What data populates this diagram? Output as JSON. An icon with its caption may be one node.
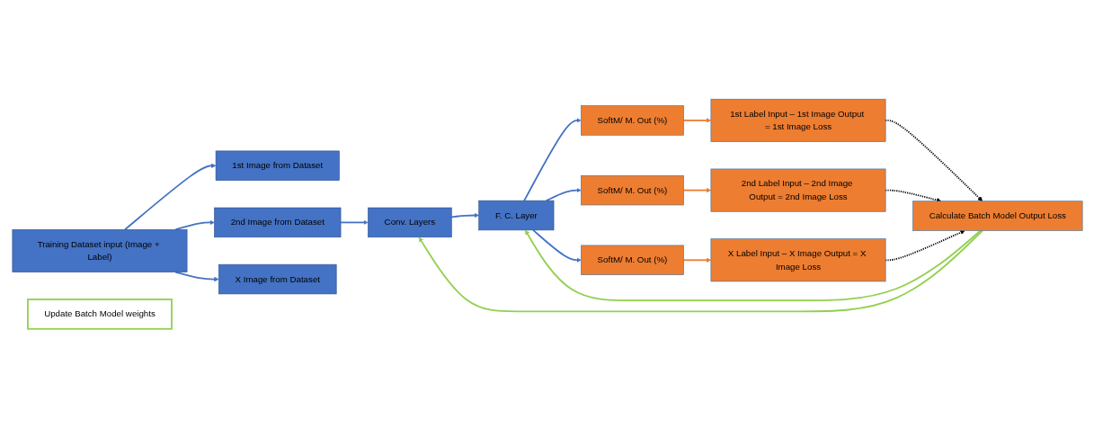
{
  "diagram": {
    "nodes": [
      {
        "text": [
          "Training Dataset input (Image + Label)"
        ]
      },
      {
        "text": [
          "1st Image from Dataset"
        ]
      },
      {
        "text": [
          "2nd Image from Dataset"
        ]
      },
      {
        "text": [
          "X Image from Dataset"
        ]
      },
      {
        "text": [
          "Conv. Layers"
        ]
      },
      {
        "text": [
          "F. C. Layer"
        ]
      },
      {
        "text": [
          "SoftM/ M. Out (%)"
        ]
      },
      {
        "text": [
          "SoftM/ M. Out (%)"
        ]
      },
      {
        "text": [
          "SoftM/ M. Out (%)"
        ]
      },
      {
        "text": [
          "1st Label Input – 1st Image Output = 1st Image Loss"
        ]
      },
      {
        "text": [
          "2nd Label Input – 2nd Image Output = 2nd Image Loss"
        ]
      },
      {
        "text": [
          "X Label Input – X Image Output = X Image Loss"
        ]
      },
      {
        "text": [
          "Calculate Batch Model Output Loss"
        ]
      },
      {
        "text": [
          "Update Batch Model weights"
        ]
      }
    ],
    "edges": [
      {
        "from": 0,
        "to": 1,
        "arrow": "to"
      },
      {
        "from": 0,
        "to": 2,
        "arrow": "to"
      },
      {
        "from": 0,
        "to": 3,
        "arrow": "to"
      },
      {
        "from": 2,
        "to": 4,
        "arrow": "to"
      },
      {
        "from": 4,
        "to": 5,
        "arrow": "to"
      },
      {
        "from": 5,
        "to": 6,
        "arrow": "to"
      },
      {
        "from": 5,
        "to": 7,
        "arrow": "to"
      },
      {
        "from": 5,
        "to": 8,
        "arrow": "to"
      },
      {
        "from": 6,
        "to": 9,
        "arrow": "to",
        "color": "#ed7d31"
      },
      {
        "from": 7,
        "to": 10,
        "arrow": "to",
        "color": "#ed7d31"
      },
      {
        "from": 8,
        "to": 11,
        "arrow": "to",
        "color": "#ed7d31"
      },
      {
        "from": 9,
        "to": 12,
        "arrow": "to",
        "style": "dashed",
        "color": "#000000"
      },
      {
        "from": 10,
        "to": 12,
        "arrow": "to",
        "style": "dashed",
        "color": "#000000"
      },
      {
        "from": 11,
        "to": 12,
        "arrow": "to",
        "style": "dashed",
        "color": "#000000"
      },
      {
        "from": 12,
        "to": 4,
        "arrow": "to",
        "color": "#92d050"
      },
      {
        "from": 12,
        "to": 5,
        "arrow": "to",
        "color": "#92d050"
      }
    ]
  }
}
